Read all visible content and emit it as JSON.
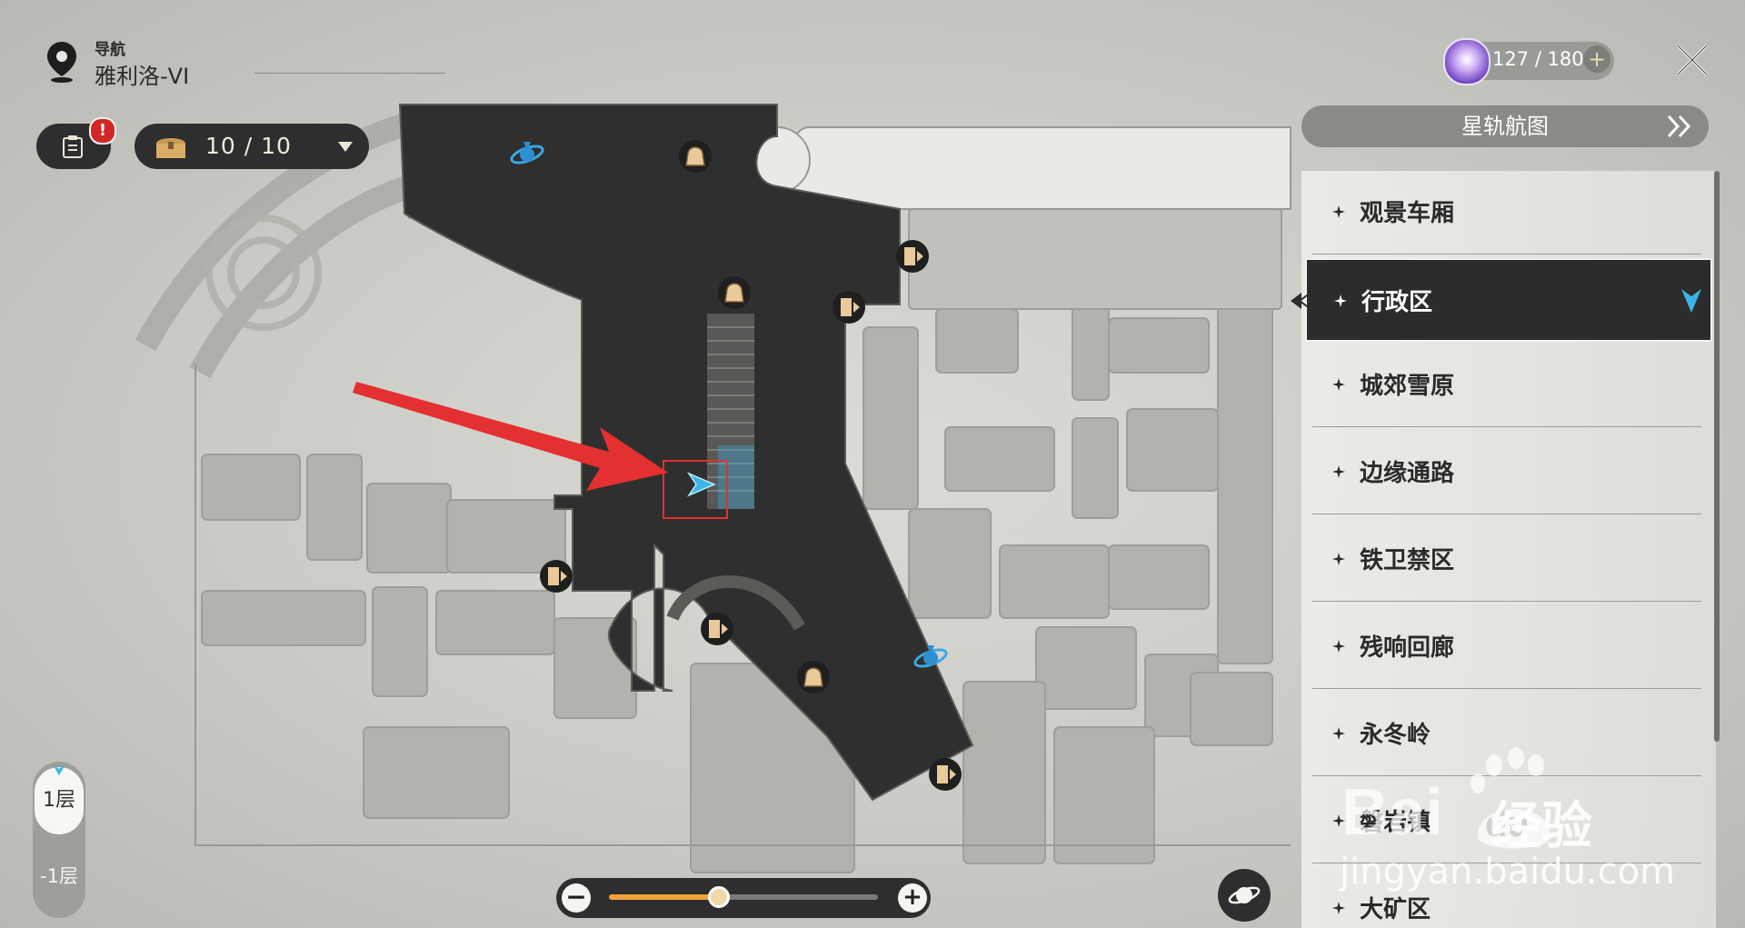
{
  "header": {
    "nav_label": "导航",
    "location": "雅利洛-VI",
    "pin_icon": "location-pin-icon"
  },
  "toolbar": {
    "quest_icon": "clipboard-icon",
    "badge": "!",
    "chest_icon": "treasure-chest-icon",
    "chest_count": "10 / 10"
  },
  "stamina": {
    "value": "127 / 180",
    "plus": "+"
  },
  "star_rail": {
    "label": "星轨航图"
  },
  "areas": [
    {
      "label": "观景车厢",
      "active": false
    },
    {
      "label": "行政区",
      "active": true
    },
    {
      "label": "城郊雪原",
      "active": false
    },
    {
      "label": "边缘通路",
      "active": false
    },
    {
      "label": "铁卫禁区",
      "active": false
    },
    {
      "label": "残响回廊",
      "active": false
    },
    {
      "label": "永冬岭",
      "active": false
    },
    {
      "label": "磐岩镇",
      "active": false
    },
    {
      "label": "大矿区",
      "active": false
    }
  ],
  "floors": {
    "upper": "1层",
    "lower": "-1层",
    "selected": "1层"
  },
  "zoom": {
    "minus": "−",
    "plus": "+",
    "level": 0.41
  },
  "watermark": {
    "text": "经验",
    "url": "jingyan.baidu.com"
  },
  "colors": {
    "panel_dark": "#2e2e2e",
    "accent_blue": "#3ab5e6",
    "zoom_orange": "#f0a437",
    "annotation_red": "#e33030",
    "badge_red": "#d32626"
  }
}
